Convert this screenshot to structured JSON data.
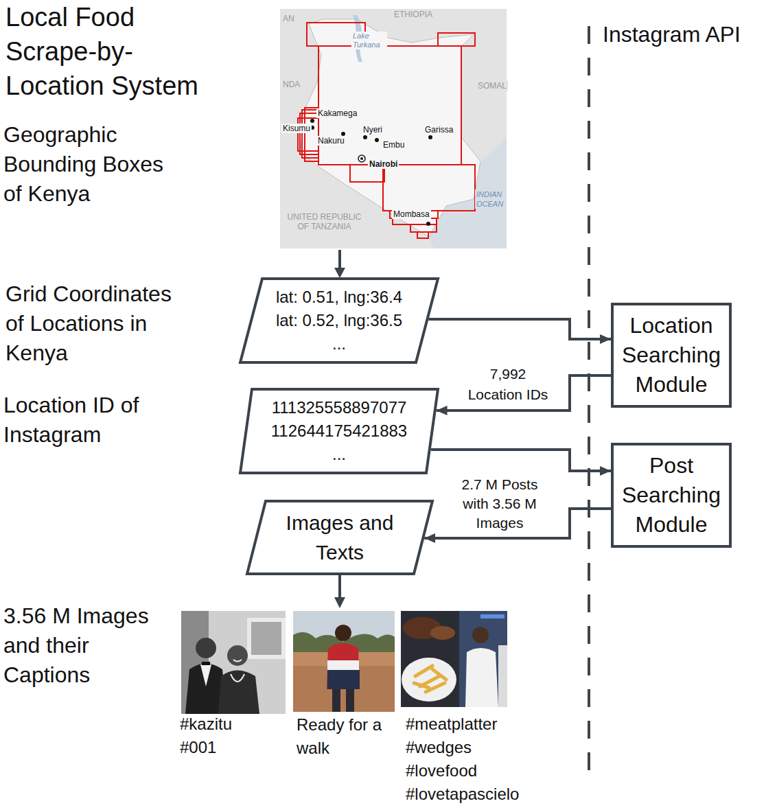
{
  "diagram": {
    "title": "Local Food Scrape-by-Location System",
    "nodes": [
      {
        "text": [
          "lat: 0.51, lng:36.4",
          "lat: 0.52, lng:36.5",
          "..."
        ]
      },
      {
        "text": [
          "Location Searching Module"
        ]
      },
      {
        "text": [
          "111325558897077",
          "112644175421883",
          "..."
        ]
      },
      {
        "text": [
          "Post Searching Module"
        ]
      },
      {
        "text": [
          "Images and Texts"
        ]
      }
    ],
    "edges": [
      {
        "from": 0,
        "to": 1,
        "arrow": "to"
      },
      {
        "from": 1,
        "to": 2,
        "label": "7,992 Location IDs",
        "arrow": "to"
      },
      {
        "from": 2,
        "to": 3,
        "arrow": "to"
      },
      {
        "from": 3,
        "to": 4,
        "label": "2.7 M Posts with 3.56 M Images",
        "arrow": "to"
      }
    ],
    "labels": [
      "Geographic Bounding Boxes of Kenya",
      "Grid Coordinates of Locations in Kenya",
      "Location ID of Instagram",
      "3.56 M Images and their Captions",
      "Instagram API",
      "AN",
      "ETHIOPIA",
      "Lake Turkana",
      "NDA",
      "SOMAL",
      "Kakamega",
      "Kisumu",
      "Nakuru",
      "Nyeri",
      "Embu",
      "Garissa",
      "Nairobi",
      "INDIAN OCEAN",
      "UNITED REPUBLIC OF TANZANIA",
      "Mombasa",
      "#kazitu",
      "#001",
      "Ready for a walk",
      "#meatplatter",
      "#wedges",
      "#lovefood",
      "#lovetapascielo"
    ]
  }
}
